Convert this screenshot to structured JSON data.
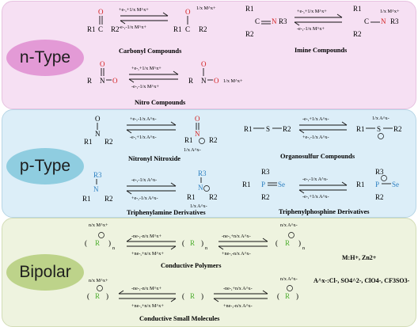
{
  "colors": {
    "ntype": "#f6e0f3",
    "ptype": "#dceef8",
    "bipolar": "#eef3df",
    "ntype_pill": "#e39ad6",
    "ptype_pill": "#8fcde0",
    "bipolar_pill": "#bdd38a",
    "red": "#d21f1f",
    "blue": "#2b7fc1",
    "green": "#4cae2e"
  },
  "sections": {
    "ntype": {
      "label": "n-Type",
      "carbonyl": {
        "caption": "Carbonyl Compounds",
        "fwd": "+e-,+1/x M^x+",
        "rev": "-e-,-1/x M^x+",
        "prod_ion": "1/x M^x+",
        "atoms": [
          "R1",
          "C",
          "R2",
          "O",
          "R1",
          "C",
          "R2",
          "O"
        ]
      },
      "imine": {
        "caption": "Imine Compounds",
        "fwd": "+e-,+1/x M^x+",
        "rev": "-e-,-1/x M^x+",
        "prod_ion": "1/x M^x+",
        "atoms": [
          "R1",
          "R2",
          "C",
          "N",
          "R3",
          "R1",
          "R2",
          "C",
          "N",
          "R3"
        ]
      },
      "nitro": {
        "caption": "Nitro Compounds",
        "fwd": "+e-,+1/x M^x+",
        "rev": "-e-,-1/x M^x+",
        "prod_ion": "1/x M^x+",
        "atoms": [
          "R",
          "N",
          "O",
          "O",
          "R",
          "N",
          "O",
          "O"
        ]
      }
    },
    "ptype": {
      "label": "p-Type",
      "nitroxide": {
        "caption": "Nitronyl Nitroxide",
        "fwd": "+e-,-1/x A^x-",
        "rev": "-e-,+1/x A^x-",
        "prod_ion": "1/x A^x-",
        "atoms": [
          "O",
          "N",
          "R1",
          "R2",
          "O",
          "N",
          "R1",
          "R2"
        ]
      },
      "organosulfur": {
        "caption": "Organosulfur Compounds",
        "fwd": "-e-,+1/x A^x-",
        "rev": "+e-,-1/x A^x-",
        "prod_ion": "1/x A^x-",
        "atoms": [
          "R1",
          "S",
          "R2",
          "R1",
          "S",
          "R2"
        ]
      },
      "triphenylamine": {
        "caption": "Triphenylamine Derivatives",
        "fwd": "-e-,-1/x A^x-",
        "rev": "+e-,-1/x A^x-",
        "prod_ion": "1/x A^x-",
        "atoms": [
          "R3",
          "N",
          "R1",
          "R2",
          "R3",
          "N",
          "R1",
          "R2"
        ]
      },
      "triphenylphosphine": {
        "caption": "Triphenylphosphine Derivatives",
        "fwd": "-e-,-1/x A^x-",
        "rev": "-e-,+1/x A^x-",
        "atoms": [
          "R3",
          "R1",
          "P",
          "Se",
          "R2",
          "R3",
          "R1",
          "P",
          "Se",
          "R2"
        ]
      }
    },
    "bipolar": {
      "label": "Bipolar",
      "polymers": {
        "caption": "Conductive Polymers",
        "ion_m": "n/x M^x+",
        "ion_a": "n/x A^x-",
        "fwd1": "-ne-,-n/x M^x+",
        "rev1": "+ne-,+n/x M^x+",
        "fwd2": "-ne-,+n/x A^x-",
        "rev2": "+ne-,-n/x A^x-",
        "r": "R",
        "n": "n"
      },
      "small": {
        "caption": "Conductive Small Molecules",
        "ion_m": "n/x M^x+",
        "ion_a": "n/x A^x-",
        "fwd1": "-ne-,-n/x M^x+",
        "rev1": "+ne-,+n/x M^x+",
        "fwd2": "-ne-,+n/x A^x-",
        "rev2": "+ne-,-n/x A^x-",
        "r": "R"
      },
      "m_legend": "M:H+, Zn2+",
      "a_legend": "A^x-:Cl-, SO4^2-, ClO4-, CF3SO3-"
    }
  }
}
